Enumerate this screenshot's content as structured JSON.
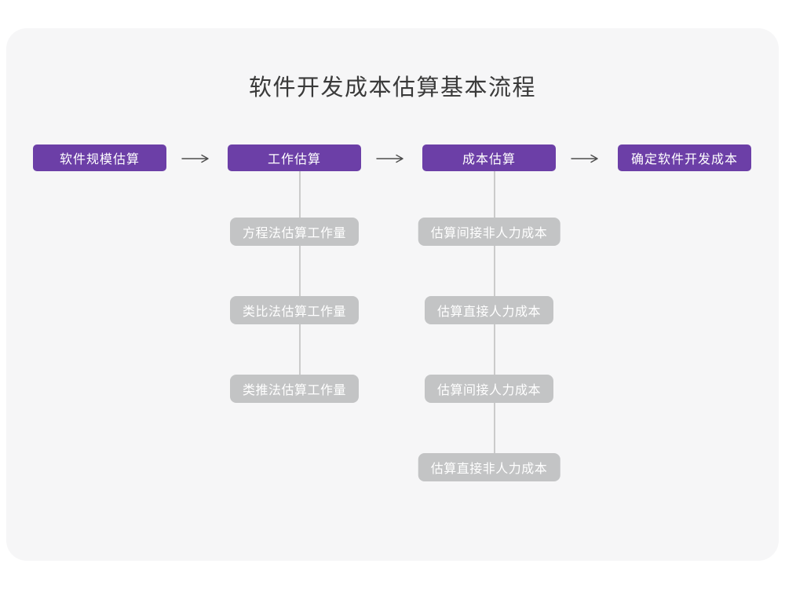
{
  "title": "软件开发成本估算基本流程",
  "colors": {
    "page_background": "#FFFFFF",
    "card_background": "#F6F6F7",
    "primary_node_background": "#6C3FA7",
    "primary_node_text": "#FFFFFF",
    "sub_node_background": "#C3C4C5",
    "sub_node_text": "#FFFFFF",
    "connector_line": "#CBCBCB",
    "arrow": "#4D4D4D",
    "title_text": "#3A3A3A"
  },
  "flow": {
    "main_steps": [
      {
        "label": "软件规模估算"
      },
      {
        "label": "工作估算"
      },
      {
        "label": "成本估算"
      },
      {
        "label": "确定软件开发成本"
      }
    ],
    "work_estimation_methods": [
      {
        "label": "方程法估算工作量"
      },
      {
        "label": "类比法估算工作量"
      },
      {
        "label": "类推法估算工作量"
      }
    ],
    "cost_estimation_steps": [
      {
        "label": "估算间接非人力成本"
      },
      {
        "label": "估算直接人力成本"
      },
      {
        "label": "估算间接人力成本"
      },
      {
        "label": "估算直接非人力成本"
      }
    ]
  }
}
